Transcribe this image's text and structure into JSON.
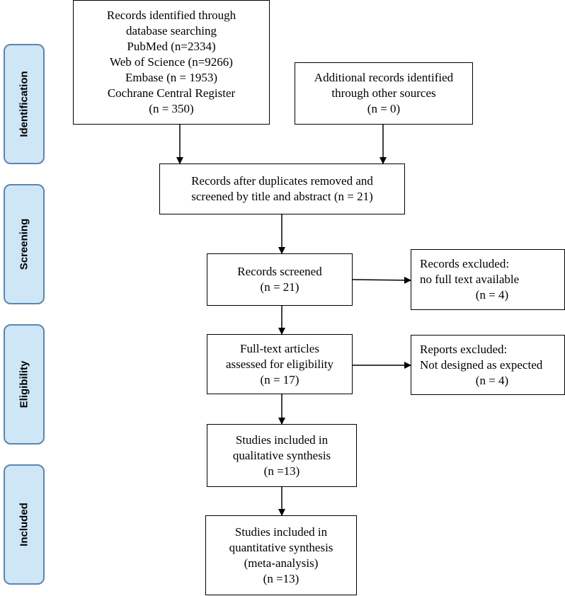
{
  "stages": [
    {
      "id": "identification",
      "label": "Identification"
    },
    {
      "id": "screening",
      "label": "Screening"
    },
    {
      "id": "eligibility",
      "label": "Eligibility"
    },
    {
      "id": "included",
      "label": "Included"
    }
  ],
  "boxes": {
    "database_records": {
      "lines": [
        "Records identified through",
        "database searching",
        "PubMed (n=2334)",
        "Web of Science (n=9266)",
        "Embase (n = 1953)",
        "Cochrane Central Register",
        "(n = 350)"
      ]
    },
    "additional_records": {
      "lines": [
        "Additional records identified",
        "through other sources",
        "(n = 0)"
      ]
    },
    "after_duplicates": {
      "lines": [
        "Records after duplicates removed and",
        "screened by title and abstract (n = 21)"
      ]
    },
    "records_screened": {
      "lines": [
        "Records screened",
        "(n = 21)"
      ]
    },
    "records_excluded": {
      "lines": [
        "Records excluded:",
        "no full text available",
        "(n = 4)"
      ]
    },
    "fulltext_assessed": {
      "lines": [
        "Full-text articles",
        "assessed for eligibility",
        "(n = 17)"
      ]
    },
    "reports_excluded": {
      "lines": [
        "Reports excluded:",
        "Not designed as expected",
        "(n = 4)"
      ]
    },
    "qualitative": {
      "lines": [
        "Studies included in",
        "qualitative synthesis",
        "(n =13)"
      ]
    },
    "quantitative": {
      "lines": [
        "Studies included in",
        "quantitative synthesis",
        "(meta-analysis)",
        "(n =13)"
      ]
    }
  }
}
